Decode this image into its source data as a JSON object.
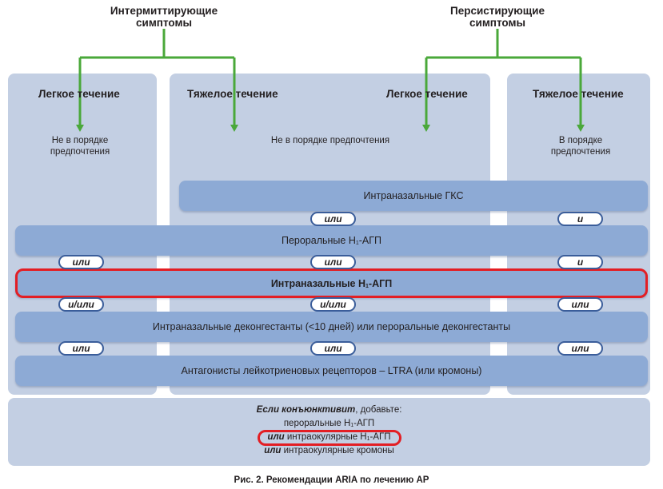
{
  "top": {
    "left_title": "Интермиттирующие\nсимптомы",
    "right_title": "Персистирующие\nсимптомы"
  },
  "columns": {
    "c1_title": "Легкое течение",
    "c1_note": "Не в порядке\nпредпочтения",
    "c2_title": "Тяжелое течение",
    "c3_title": "Легкое течение",
    "c23_note": "Не в порядке предпочтения",
    "c4_title": "Тяжелое течение",
    "c4_note": "В порядке\nпредпочтения"
  },
  "bars": {
    "intranasal_gks": "Интраназальные ГКС",
    "oral_h1_prefix": "Пероральные H",
    "oral_h1_sub": "1",
    "oral_h1_suffix": "-АГП",
    "intranasal_h1_prefix": "Интраназальные H",
    "intranasal_h1_sub": "1",
    "intranasal_h1_suffix": "-АГП",
    "decongestants": "Интраназальные деконгестанты (<10 дней) или пероральные деконгестанты",
    "ltra": "Антагонисты лейкотриеновых рецепторов – LTRA (или кромоны)"
  },
  "connectors": {
    "or": "или",
    "and": "и",
    "and_or": "и/или"
  },
  "conjunctivitis": {
    "line1_bold": "Если конъюнктивит",
    "line1_rest": ", добавьте:",
    "line2_prefix": "пероральные H",
    "line2_sub": "1",
    "line2_suffix": "-АГП",
    "line3_bold": "или",
    "line3_prefix": " интраокулярные H",
    "line3_sub": "1",
    "line3_suffix": "-АГП",
    "line4_bold": "или",
    "line4_rest": " интраокулярные кромоны"
  },
  "caption": "Рис. 2. Рекомендации ARIA по лечению АР",
  "colors": {
    "panel": "#c3cfe3",
    "bar": "#8daad5",
    "arrow": "#4aa83a",
    "highlight": "#e31e24",
    "pill_border": "#3a5d9a"
  }
}
